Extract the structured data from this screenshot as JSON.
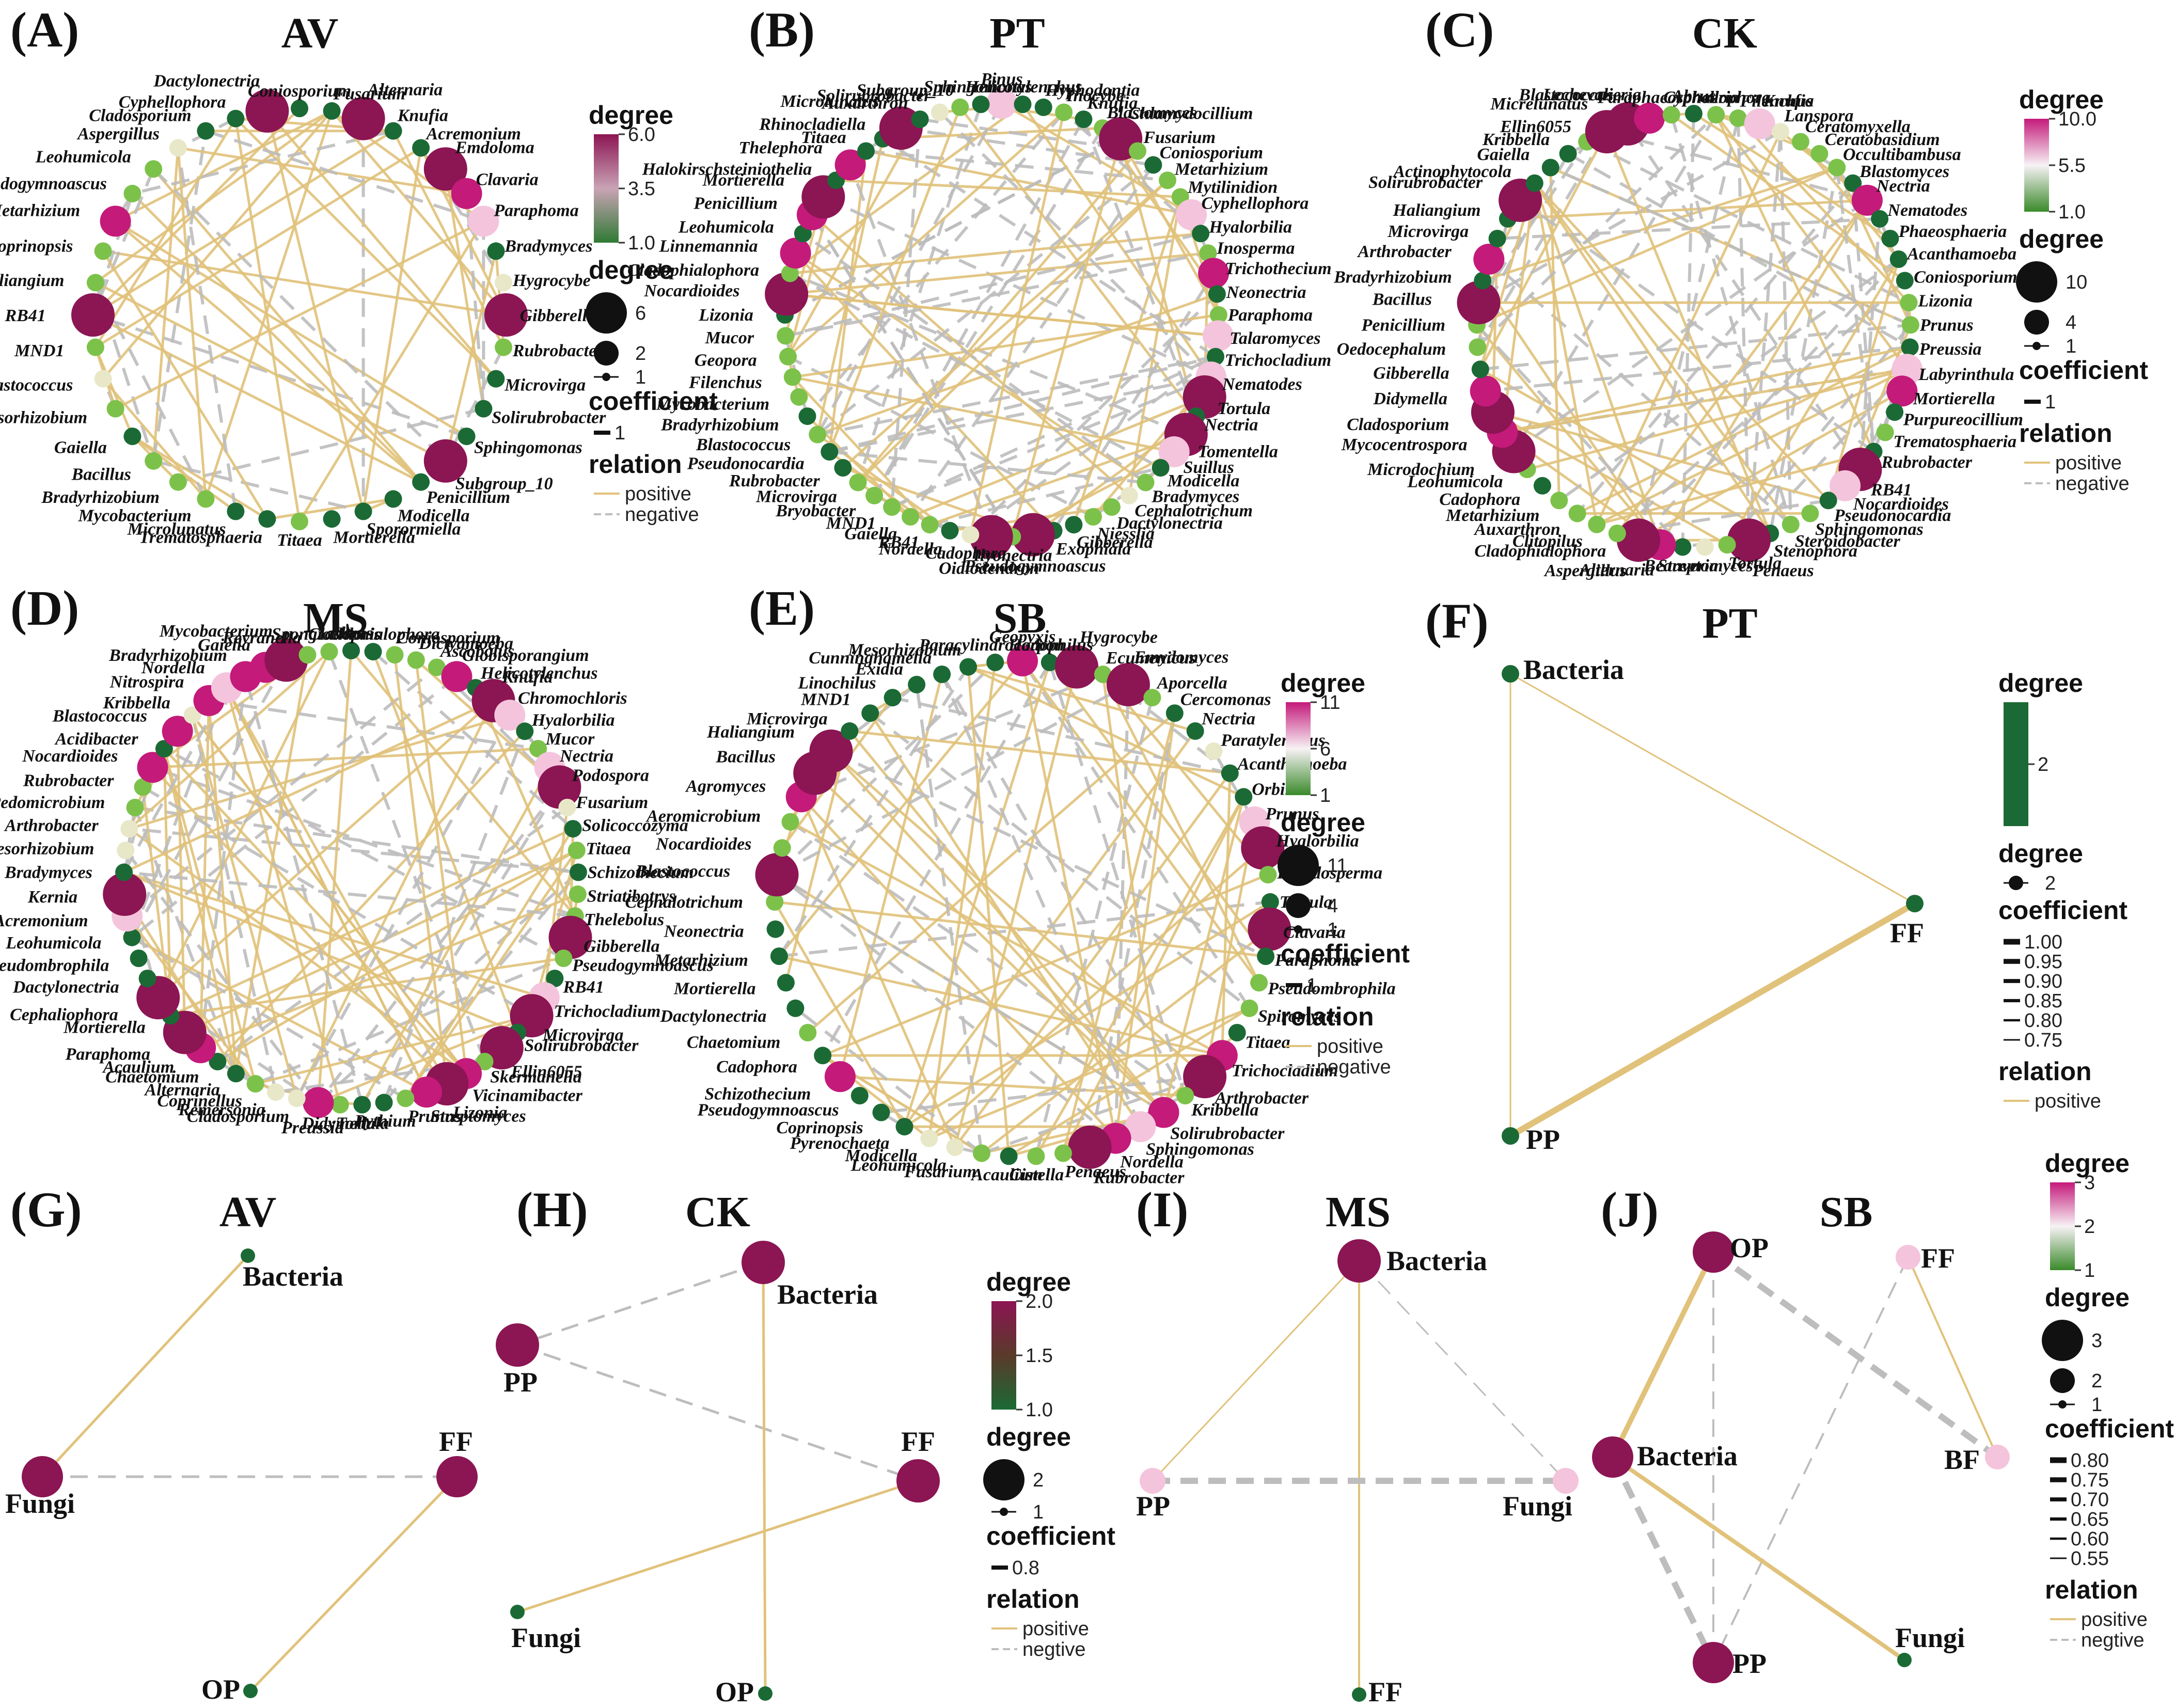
{
  "colors": {
    "positive": "#e1c27a",
    "negative": "#bdbdbd",
    "green_dark": "#1b6a35",
    "green_light": "#7cc24a",
    "pink": "#f4c4dc",
    "magenta": "#c41a7a",
    "maroon": "#8c1553",
    "pale": "#e8e8c8"
  },
  "panels": [
    {
      "id": "A",
      "label": "(A)",
      "title": "AV",
      "nodes": [
        "Coniosporium",
        "Fusarium",
        "Alternaria",
        "Knufia",
        "Acremonium",
        "Emdoloma",
        "Clavaria",
        "Paraphoma",
        "Bradymyces",
        "Hygrocybe",
        "Gibberella",
        "Rubrobacter",
        "Microvirga",
        "Solirubrobacter",
        "Sphingomonas",
        "Subgroup_10",
        "Penicillium",
        "Modicella",
        "Sporormiella",
        "Mortierella",
        "Titaea",
        "Trematosphaeria",
        "Microlunatus",
        "Mycobacterium",
        "Bradyrhizobium",
        "Bacillus",
        "Gaiella",
        "Mesorhizobium",
        "Blastococcus",
        "MND1",
        "RB41",
        "Haliangium",
        "Coprinopsis",
        "Metarhizium",
        "Pseudogymnoascus",
        "Leohumicola",
        "Aspergillus",
        "Cladosporium",
        "Cyphellophora",
        "Dactylonectria"
      ],
      "legend": {
        "degree_title": "degree",
        "degree_ticks": [
          "6.0",
          "3.5",
          "1.0"
        ],
        "size_title": "degree",
        "size_values": [
          "6",
          "2",
          "1"
        ],
        "coef_title": "coefficient",
        "coef_values": [
          "1"
        ],
        "relation_title": "relation",
        "positive": "positive",
        "negative": "negative"
      }
    },
    {
      "id": "B",
      "label": "(B)",
      "title": "PT",
      "nodes": [
        "Pinus",
        "Helicotylenchus",
        "Hyphodontia",
        "Inocybe",
        "Knufia",
        "Blastomyces",
        "Chlamydocillium",
        "Fusarium",
        "Coniosporium",
        "Metarhizium",
        "Mytilinidion",
        "Cyphellophora",
        "Hyalorbilia",
        "Inosperma",
        "Trichothecium",
        "Neonectria",
        "Paraphoma",
        "Talaromyces",
        "Trichocladium",
        "Nematodes",
        "Tortula",
        "Nectria",
        "Tomentella",
        "Suillus",
        "Modicella",
        "Bradymyces",
        "Cephalotrichum",
        "Dactylonectria",
        "Niesslia",
        "Gibberella",
        "Exophiala",
        "Pseudogymnoascus",
        "Ilyonectria",
        "Oidiodendron",
        "Cadophora",
        "Nordella",
        "RB41",
        "Gaiella",
        "MND1",
        "Bryobacter",
        "Microvirga",
        "Rubrobacter",
        "Pseudonocardia",
        "Blastococcus",
        "Bradyrhizobium",
        "Mycobacterium",
        "Filenchus",
        "Geopora",
        "Mucor",
        "Lizonia",
        "Nocardioides",
        "Cladophialophora",
        "Linnemannia",
        "Leohumicola",
        "Penicillium",
        "Mortierella",
        "Halokirschsteiniothelia",
        "Thelephora",
        "Titaea",
        "Rhinocladiella",
        "Microlunatus",
        "Auxarthron",
        "Solirubrobacter",
        "Subgroup_10",
        "Sphingomonas"
      ],
      "legend": null
    },
    {
      "id": "C",
      "label": "(C)",
      "title": "CK",
      "nodes": [
        "Abrus",
        "Cyphellophora",
        "Filenchus",
        "Knufia",
        "Lanspora",
        "Ceratomyxella",
        "Ceratobasidium",
        "Occultibambusa",
        "Blastomyces",
        "Nectria",
        "Nematodes",
        "Phaeosphaeria",
        "Acanthamoeba",
        "Coniosporium",
        "Lizonia",
        "Prunus",
        "Preussia",
        "Labyrinthula",
        "Mortierella",
        "Purpureocillium",
        "Trematosphaeria",
        "Rubrobacter",
        "RB41",
        "Nocardioides",
        "Pseudonocardia",
        "Sphingomonas",
        "Steroidobacter",
        "Stenophora",
        "Penaeus",
        "Tortula",
        "Streptomyces",
        "Beauveria",
        "Alternaria",
        "Aspergillus",
        "Cladophialophora",
        "Clitopilus",
        "Auxarthron",
        "Metarhizium",
        "Cadophora",
        "Leohumicola",
        "Microdochium",
        "Mycocentrospora",
        "Cladosporium",
        "Didymella",
        "Gibberella",
        "Oedocephalum",
        "Penicillium",
        "Bacillus",
        "Bradyrhizobium",
        "Arthrobacter",
        "Microvirga",
        "Haliangium",
        "Solirubrobacter",
        "Actinophytocola",
        "Gaiella",
        "Kribbella",
        "Ellin6055",
        "Micrelunatus",
        "Blastococcus",
        "Lechevalieria",
        "Paraphaeosphaeria"
      ],
      "legend": {
        "degree_title": "degree",
        "degree_ticks": [
          "10.0",
          "5.5",
          "1.0"
        ],
        "size_title": "degree",
        "size_values": [
          "10",
          "4",
          "1"
        ],
        "coef_title": "coefficient",
        "coef_values": [
          "1"
        ],
        "relation_title": "relation",
        "positive": "positive",
        "negative": "negative"
      }
    },
    {
      "id": "D",
      "label": "(D)",
      "title": "MS",
      "nodes": [
        "Abrus",
        "Cladophialophora",
        "Coniosporium",
        "Dictyamoeba",
        "Ascobolus",
        "Globisporangium",
        "Helicotylenchus",
        "Knufia",
        "Chromochloris",
        "Hyalorbilia",
        "Mucor",
        "Nectria",
        "Podospora",
        "Fusarium",
        "Solicoccozyma",
        "Titaea",
        "Schizothecium",
        "Striatibotrys",
        "Thelebolus",
        "Gibberella",
        "Pseudogymnoascus",
        "RB41",
        "Trichocladium",
        "Microvirga",
        "Solirubrobacter",
        "Ellin6055",
        "Skermanella",
        "Vicinamibacter",
        "Lizonia",
        "Streptomyces",
        "Prunus",
        "Pythium",
        "Tortula",
        "Didymella",
        "Preussia",
        "Cladosporium",
        "Remersonia",
        "Coprinellus",
        "Alternaria",
        "Chaetomium",
        "Acaulium",
        "Paraphoma",
        "Mortierella",
        "Cephaliophora",
        "Dactylonectria",
        "Pseudombrophila",
        "Leohumicola",
        "Acremonium",
        "Kernia",
        "Bradymyces",
        "Mesorhizobium",
        "Arthrobacter",
        "Pedomicrobium",
        "Rubrobacter",
        "Nocardioides",
        "Acidibacter",
        "Blastococcus",
        "Kribbella",
        "Nitrospira",
        "Nordella",
        "Bradyrhizobium",
        "Gaiella",
        "Mycobacterium",
        "Reyranella",
        "Spongiochloris"
      ],
      "legend": null
    },
    {
      "id": "E",
      "label": "(E)",
      "title": "SB",
      "nodes": [
        "Geopyxis",
        "Hodophilus",
        "Hygrocybe",
        "Ecumenicus",
        "Emydomyces",
        "Aporcella",
        "Cercomonas",
        "Nectria",
        "Paratylenchus",
        "Acanthamoeba",
        "Orbilia",
        "Prunus",
        "Hyalorbilia",
        "Pseudosperma",
        "Tortula",
        "Clavaria",
        "Paraphoma",
        "Pseudombrophila",
        "Spiromyces",
        "Titaea",
        "Trichocladium",
        "Arthrobacter",
        "Kribbella",
        "Solirubrobacter",
        "Sphingomonas",
        "Nordella",
        "Rubrobacter",
        "Penaeus",
        "Cistella",
        "Acaulium",
        "Fusarium",
        "Leohumicola",
        "Modicella",
        "Pyrenochaeta",
        "Coprinopsis",
        "Pseudogymnoascus",
        "Schizothecium",
        "Cadophora",
        "Chaetomium",
        "Dactylonectria",
        "Mortierella",
        "Metarhizium",
        "Neonectria",
        "Cephalotrichum",
        "Blastococcus",
        "Nocardioides",
        "Aeromicrobium",
        "Agromyces",
        "Bacillus",
        "Haliangium",
        "Microvirga",
        "MND1",
        "Linochilus",
        "Exidia",
        "Cunninghamella",
        "Mesorhizobium",
        "Paracylindrocarpon"
      ],
      "legend": {
        "degree_title": "degree",
        "degree_ticks": [
          "11",
          "6",
          "1"
        ],
        "size_title": "degree",
        "size_values": [
          "11",
          "4",
          "1"
        ],
        "coef_title": "coefficient",
        "coef_values": [
          "1"
        ],
        "relation_title": "relation",
        "positive": "positive",
        "negative": "negative"
      }
    },
    {
      "id": "F",
      "label": "(F)",
      "title": "PT",
      "nodes": [
        "Bacteria",
        "FF",
        "PP"
      ],
      "legend": {
        "degree_title": "degree",
        "degree_ticks": [
          "2"
        ],
        "size_title": "degree",
        "size_values": [
          "2"
        ],
        "coef_title": "coefficient",
        "coef_values": [
          "1.00",
          "0.95",
          "0.90",
          "0.85",
          "0.80",
          "0.75"
        ],
        "relation_title": "relation",
        "positive": "positive",
        "negative": ""
      }
    },
    {
      "id": "G",
      "label": "(G)",
      "title": "AV",
      "nodes": [
        "Bacteria",
        "FF",
        "Fungi",
        "OP"
      ],
      "legend": null
    },
    {
      "id": "H",
      "label": "(H)",
      "title": "CK",
      "nodes": [
        "Bacteria",
        "PP",
        "FF",
        "Fungi",
        "OP"
      ],
      "legend": {
        "degree_title": "degree",
        "degree_ticks": [
          "2.0",
          "1.5",
          "1.0"
        ],
        "size_title": "degree",
        "size_values": [
          "2",
          "1"
        ],
        "coef_title": "coefficient",
        "coef_values": [
          "0.8"
        ],
        "relation_title": "relation",
        "positive": "positive",
        "negative": "negtive"
      }
    },
    {
      "id": "I",
      "label": "(I)",
      "title": "MS",
      "nodes": [
        "Bacteria",
        "PP",
        "Fungi",
        "FF"
      ],
      "legend": null
    },
    {
      "id": "J",
      "label": "(J)",
      "title": "SB",
      "nodes": [
        "OP",
        "FF",
        "Bacteria",
        "BF",
        "PP",
        "Fungi"
      ],
      "legend": {
        "degree_title": "degree",
        "degree_ticks": [
          "3",
          "2",
          "1"
        ],
        "size_title": "degree",
        "size_values": [
          "3",
          "2",
          "1"
        ],
        "coef_title": "coefficient",
        "coef_values": [
          "0.80",
          "0.75",
          "0.70",
          "0.65",
          "0.60",
          "0.55"
        ],
        "relation_title": "relation",
        "positive": "positive",
        "negative": "negtive"
      }
    }
  ]
}
